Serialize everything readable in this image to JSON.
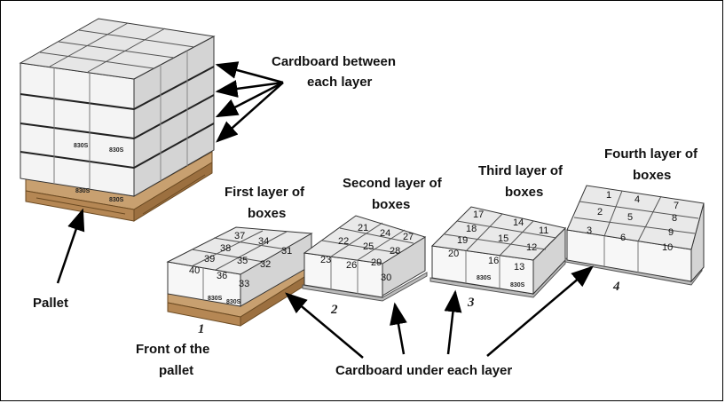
{
  "labels": {
    "cardboard_between": [
      "Cardboard between",
      "each layer"
    ],
    "pallet": "Pallet",
    "front_of_pallet": [
      "Front of the",
      "pallet"
    ],
    "cardboard_under": "Cardboard under each layer",
    "first_layer": [
      "First layer of",
      "boxes"
    ],
    "second_layer": [
      "Second layer of",
      "boxes"
    ],
    "third_layer": [
      "Third layer of",
      "boxes"
    ],
    "fourth_layer": [
      "Fourth layer of",
      "boxes"
    ]
  },
  "layer_indices": [
    "1",
    "2",
    "3",
    "4"
  ],
  "box_stamp": "830S",
  "layers": {
    "first": [
      "37",
      "34",
      "38",
      "31",
      "39",
      "35",
      "32",
      "40",
      "36",
      "33"
    ],
    "second": [
      "21",
      "24",
      "27",
      "22",
      "25",
      "28",
      "23",
      "26",
      "29",
      "30"
    ],
    "third": [
      "17",
      "14",
      "18",
      "11",
      "19",
      "15",
      "12",
      "20",
      "16",
      "13"
    ],
    "fourth": [
      "1",
      "4",
      "7",
      "2",
      "5",
      "8",
      "3",
      "6",
      "9",
      "10"
    ]
  },
  "colors": {
    "box_top": "#e9e9e9",
    "box_side": "#d4d4d4",
    "box_front": "#f7f7f7",
    "pallet_wood": "#c8a070",
    "pallet_dark": "#8a6236"
  }
}
